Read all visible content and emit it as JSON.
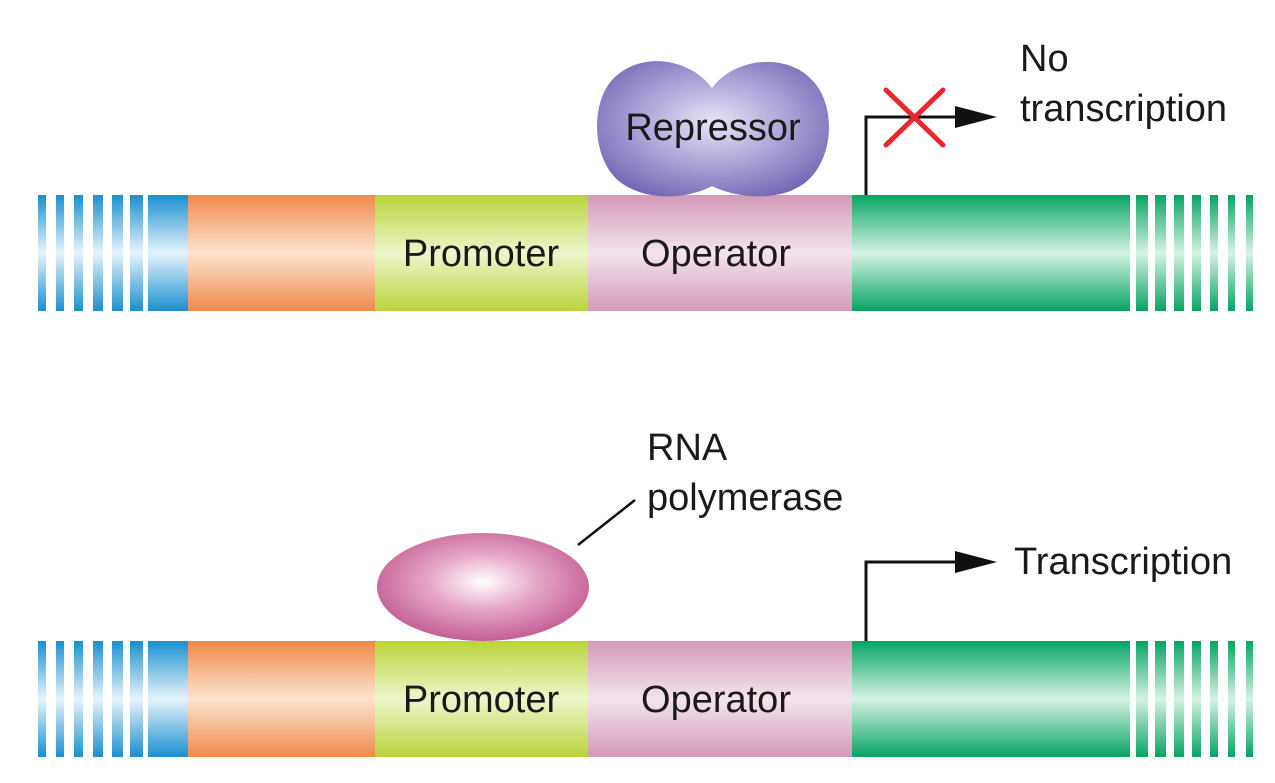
{
  "top": {
    "repressor_label": "Repressor",
    "promoter_label": "Promoter",
    "operator_label": "Operator",
    "status_line1": "No",
    "status_line2": "transcription"
  },
  "bottom": {
    "polymerase_line1": "RNA",
    "polymerase_line2": "polymerase",
    "promoter_label": "Promoter",
    "operator_label": "Operator",
    "status_label": "Transcription"
  },
  "colors": {
    "blue_segment": "#1a8fd0",
    "orange_segment": "#ef8a4a",
    "promoter_segment": "#bcd63f",
    "operator_segment": "#d39ab8",
    "gene_segment": "#0aa768",
    "repressor": "#8c82c4",
    "polymerase": "#cc6a9e",
    "blocked_x": "#e8262b"
  }
}
